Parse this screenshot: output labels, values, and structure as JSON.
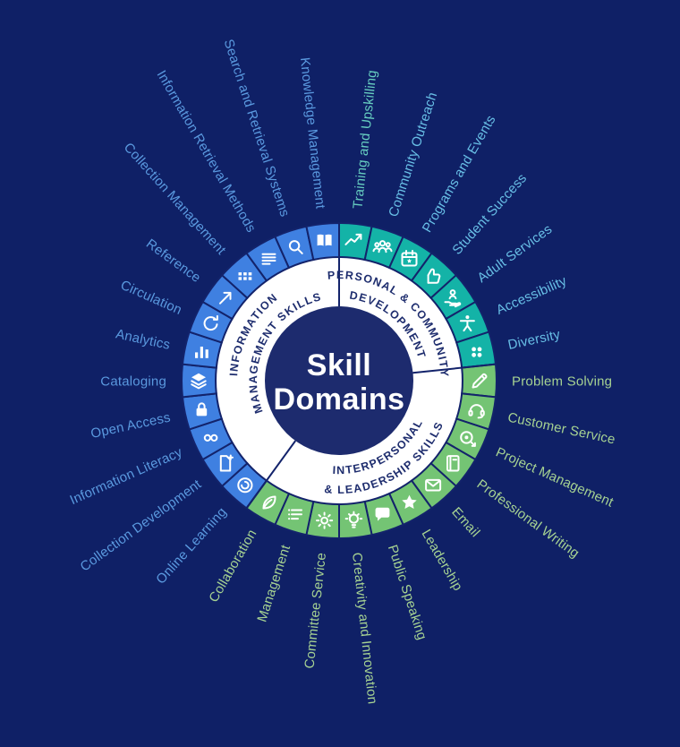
{
  "title": {
    "line1": "Skill",
    "line2": "Domains"
  },
  "colors": {
    "background": "#0f2066",
    "center_circle": "#1d2b6e",
    "ring": "#ffffff",
    "ring_text": "#1e2d6e",
    "divider": "#13236b",
    "teal_segment": "#14b3a7",
    "green_segment": "#74c474",
    "blue_segment": "#3f80e1"
  },
  "sectors": [
    {
      "id": "personal-community-development",
      "name_lines": [
        "PERSONAL & COMMUNITY",
        "DEVELOPMENT"
      ],
      "segment_color": "#14b3a7",
      "label_color": "#68bfe6",
      "items": [
        {
          "label": "Training and Upskilling",
          "icon": "trend-up",
          "label_color": "#66cdc0"
        },
        {
          "label": "Community Outreach",
          "icon": "people-group"
        },
        {
          "label": "Programs and Events",
          "icon": "calendar"
        },
        {
          "label": "Student Success",
          "icon": "thumbs-up"
        },
        {
          "label": "Adult Services",
          "icon": "care-hand"
        },
        {
          "label": "Accessibility",
          "icon": "accessibility-person"
        },
        {
          "label": "Diversity",
          "icon": "diversity-dots"
        }
      ]
    },
    {
      "id": "interpersonal-leadership-skills",
      "name_lines": [
        "INTERPERSONAL",
        "& LEADERSHIP SKILLS"
      ],
      "segment_color": "#74c474",
      "label_color": "#a6d292",
      "items": [
        {
          "label": "Problem Solving",
          "icon": "pencil"
        },
        {
          "label": "Customer Service",
          "icon": "headset"
        },
        {
          "label": "Project Management",
          "icon": "target"
        },
        {
          "label": "Professional Writing",
          "icon": "journal"
        },
        {
          "label": "Email",
          "icon": "envelope"
        },
        {
          "label": "Leadership",
          "icon": "star"
        },
        {
          "label": "Public Speaking",
          "icon": "speech-bubble"
        },
        {
          "label": "Creativity and Innovation",
          "icon": "lightbulb"
        },
        {
          "label": "Committee Service",
          "icon": "gear"
        },
        {
          "label": "Management",
          "icon": "list-rows"
        },
        {
          "label": "Collaboration",
          "icon": "leaf"
        }
      ]
    },
    {
      "id": "information-management-skills",
      "name_lines": [
        "INFORMATION",
        "MANAGEMENT SKILLS"
      ],
      "segment_color": "#3f80e1",
      "label_color": "#5a99df",
      "items": [
        {
          "label": "Online Learning",
          "icon": "swirl"
        },
        {
          "label": "Collection Development",
          "icon": "doc-plus"
        },
        {
          "label": "Information Literacy",
          "icon": "infinity"
        },
        {
          "label": "Open Access",
          "icon": "lock"
        },
        {
          "label": "Cataloging",
          "icon": "layers"
        },
        {
          "label": "Analytics",
          "icon": "bar-chart"
        },
        {
          "label": "Circulation",
          "icon": "refresh"
        },
        {
          "label": "Reference",
          "icon": "arrow-up-right"
        },
        {
          "label": "Collection Management",
          "icon": "grid-table"
        },
        {
          "label": "Information Retrieval Methods",
          "icon": "text-lines"
        },
        {
          "label": "Search and Retrieval Systems",
          "icon": "magnifier"
        },
        {
          "label": "Knowledge Management",
          "icon": "open-book"
        }
      ]
    }
  ]
}
